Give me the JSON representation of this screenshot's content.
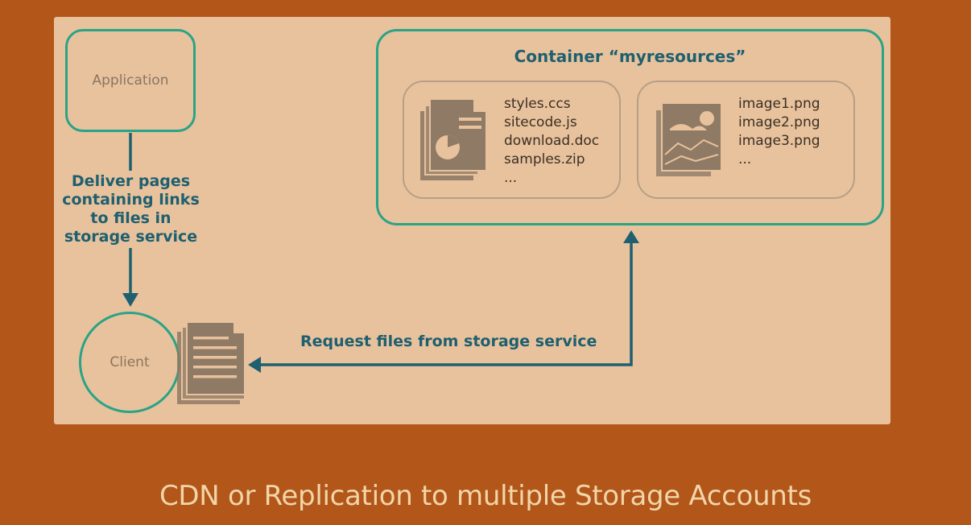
{
  "diagram": {
    "application": {
      "label": "Application"
    },
    "client": {
      "label": "Client"
    },
    "deliver_arrow": {
      "label": "Deliver pages containing links to files in storage service"
    },
    "request_arrow": {
      "label": "Request files from storage service"
    },
    "container": {
      "title": "Container “myresources”",
      "document_files": [
        "styles.ccs",
        "sitecode.js",
        "download.doc",
        "samples.zip",
        "..."
      ],
      "image_files": [
        "image1.png",
        "image2.png",
        "image3.png",
        "..."
      ]
    }
  },
  "caption": "CDN or Replication to multiple Storage Accounts",
  "colors": {
    "background": "#b2561a",
    "panel": "#e8c29c",
    "accent": "#2aa386",
    "label_text": "#1e5f70",
    "icon": "#8f7a65"
  }
}
